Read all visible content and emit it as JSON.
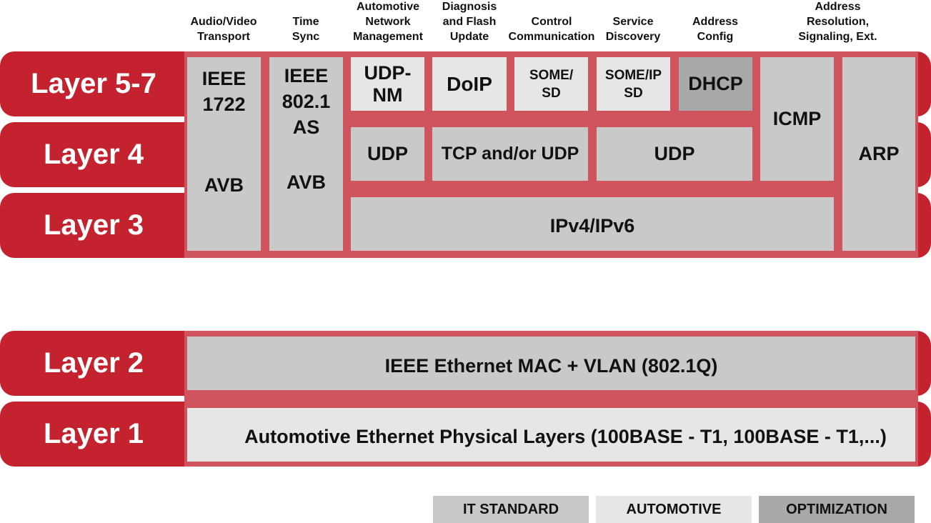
{
  "headers": [
    "Audio/Video\nTransport",
    "Time\nSync",
    "Automotive\nNetwork\nManagement",
    "Diagnosis\nand Flash\nUpdate",
    "Control\nCommunication",
    "Service\nDiscovery",
    "Address\nConfig",
    "Address\nResolution,\nSignaling, Ext."
  ],
  "layers": {
    "l57": "Layer 5-7",
    "l4": "Layer 4",
    "l3": "Layer 3",
    "l2": "Layer 2",
    "l1": "Layer 1"
  },
  "boxes": {
    "ieee1722": "IEEE\n1722",
    "avb1": "AVB",
    "ieee8021as": "IEEE\n802.1\nAS",
    "avb2": "AVB",
    "udpnm": "UDP-\nNM",
    "doip": "DoIP",
    "someip_sd_control": "SOME/\nSD",
    "someip_sd_service": "SOME/IP\nSD",
    "dhcp": "DHCP",
    "icmp": "ICMP",
    "arp": "ARP",
    "udp1": "UDP",
    "tcp_udp": "TCP and/or UDP",
    "udp2": "UDP",
    "ipv4v6": "IPv4/IPv6",
    "mac_vlan": "IEEE Ethernet MAC + VLAN (802.1Q)",
    "phy": "Automotive Ethernet Physical Layers (100BASE - T1, 100BASE - T1,...)"
  },
  "legend": {
    "it_standard": "IT STANDARD",
    "automotive": "AUTOMOTIVE",
    "optimization": "OPTIMIZATION"
  },
  "colors": {
    "band_red": "#c4222f",
    "panel_red": "#cf545d",
    "it_standard_gray": "#c9c9c9",
    "automotive_gray": "#e6e6e6",
    "optimization_gray": "#a9a9a9"
  }
}
